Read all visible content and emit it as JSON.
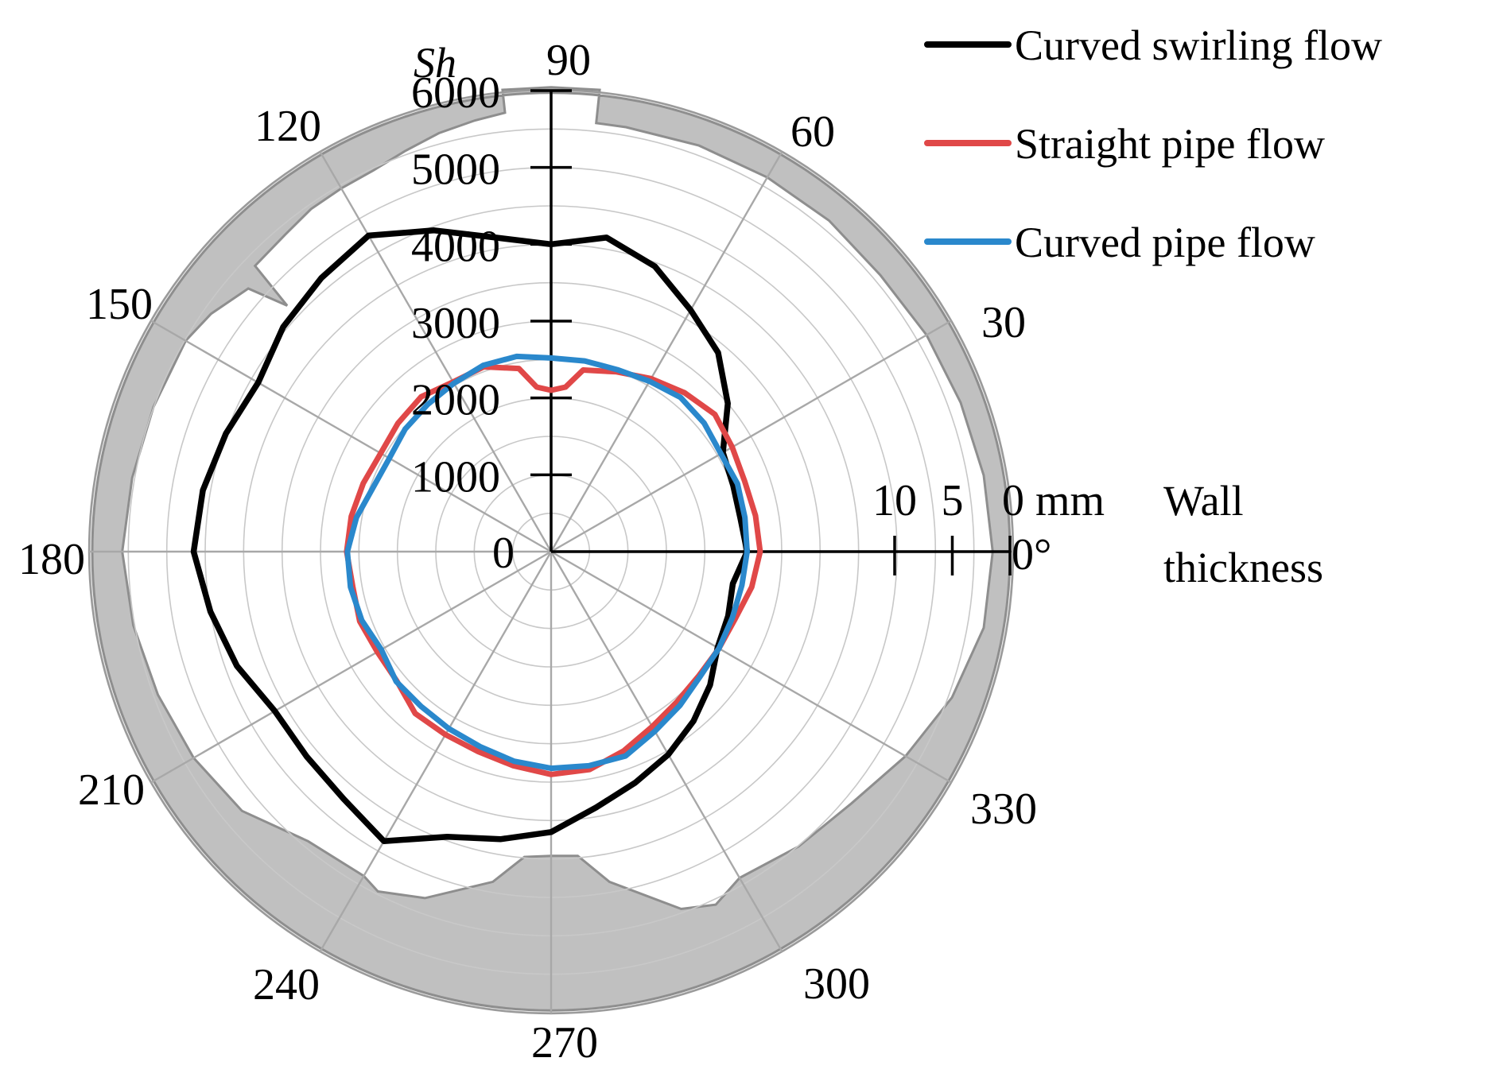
{
  "chart_data": {
    "type": "polar-line",
    "radial_axis": {
      "label": "Sh",
      "range": [
        0,
        6000
      ],
      "ticks": [
        "0",
        "1000",
        "2000",
        "3000",
        "4000",
        "5000",
        "6000"
      ],
      "tick_values": [
        0,
        1000,
        2000,
        3000,
        4000,
        5000,
        6000
      ]
    },
    "angular_axis": {
      "ticks": [
        "0°",
        "30",
        "60",
        "90",
        "120",
        "150",
        "180",
        "210",
        "240",
        "270",
        "300",
        "330"
      ],
      "tick_values": [
        0,
        30,
        60,
        90,
        120,
        150,
        180,
        210,
        240,
        270,
        300,
        330
      ]
    },
    "wall_axis": {
      "label_line1": "Wall",
      "label_line2": "thickness",
      "ticks": [
        "10",
        "5",
        "0 mm"
      ],
      "tick_values": [
        10,
        5,
        0
      ],
      "range_mm": [
        0,
        20
      ]
    },
    "legend": {
      "position": "top-right"
    },
    "series": [
      {
        "name": "Curved swirling flow",
        "color": "#000000",
        "points": [
          [
            0,
            2550
          ],
          [
            10,
            2500
          ],
          [
            20,
            2520
          ],
          [
            30,
            2580
          ],
          [
            40,
            3000
          ],
          [
            50,
            3380
          ],
          [
            60,
            3630
          ],
          [
            70,
            3950
          ],
          [
            80,
            4150
          ],
          [
            90,
            4000
          ],
          [
            100,
            4150
          ],
          [
            110,
            4450
          ],
          [
            120,
            4750
          ],
          [
            130,
            4650
          ],
          [
            140,
            4550
          ],
          [
            150,
            4400
          ],
          [
            160,
            4500
          ],
          [
            170,
            4600
          ],
          [
            180,
            4650
          ],
          [
            190,
            4500
          ],
          [
            200,
            4350
          ],
          [
            210,
            4150
          ],
          [
            220,
            4150
          ],
          [
            230,
            4200
          ],
          [
            240,
            4350
          ],
          [
            250,
            3950
          ],
          [
            260,
            3800
          ],
          [
            270,
            3650
          ],
          [
            280,
            3380
          ],
          [
            290,
            3200
          ],
          [
            300,
            3050
          ],
          [
            310,
            2880
          ],
          [
            320,
            2700
          ],
          [
            330,
            2500
          ],
          [
            340,
            2450
          ],
          [
            350,
            2400
          ]
        ]
      },
      {
        "name": "Straight pipe flow",
        "color": "#e04848",
        "points": [
          [
            0,
            2720
          ],
          [
            10,
            2700
          ],
          [
            20,
            2680
          ],
          [
            30,
            2720
          ],
          [
            40,
            2780
          ],
          [
            50,
            2700
          ],
          [
            60,
            2600
          ],
          [
            70,
            2490
          ],
          [
            80,
            2400
          ],
          [
            85,
            2150
          ],
          [
            90,
            2100
          ],
          [
            95,
            2150
          ],
          [
            100,
            2420
          ],
          [
            110,
            2560
          ],
          [
            120,
            2550
          ],
          [
            130,
            2630
          ],
          [
            140,
            2600
          ],
          [
            150,
            2560
          ],
          [
            160,
            2600
          ],
          [
            170,
            2640
          ],
          [
            180,
            2660
          ],
          [
            190,
            2620
          ],
          [
            200,
            2650
          ],
          [
            210,
            2610
          ],
          [
            220,
            2620
          ],
          [
            230,
            2750
          ],
          [
            240,
            2750
          ],
          [
            250,
            2770
          ],
          [
            260,
            2830
          ],
          [
            270,
            2900
          ],
          [
            280,
            2880
          ],
          [
            290,
            2760
          ],
          [
            300,
            2630
          ],
          [
            310,
            2550
          ],
          [
            320,
            2510
          ],
          [
            330,
            2520
          ],
          [
            340,
            2550
          ],
          [
            350,
            2650
          ]
        ]
      },
      {
        "name": "Curved pipe flow",
        "color": "#2a88cc",
        "points": [
          [
            0,
            2550
          ],
          [
            10,
            2560
          ],
          [
            20,
            2580
          ],
          [
            30,
            2550
          ],
          [
            40,
            2600
          ],
          [
            50,
            2620
          ],
          [
            60,
            2560
          ],
          [
            70,
            2520
          ],
          [
            80,
            2520
          ],
          [
            90,
            2520
          ],
          [
            100,
            2580
          ],
          [
            110,
            2580
          ],
          [
            120,
            2530
          ],
          [
            130,
            2500
          ],
          [
            140,
            2480
          ],
          [
            150,
            2430
          ],
          [
            160,
            2460
          ],
          [
            170,
            2570
          ],
          [
            180,
            2650
          ],
          [
            190,
            2650
          ],
          [
            200,
            2620
          ],
          [
            210,
            2550
          ],
          [
            220,
            2630
          ],
          [
            230,
            2630
          ],
          [
            240,
            2660
          ],
          [
            250,
            2700
          ],
          [
            260,
            2770
          ],
          [
            270,
            2820
          ],
          [
            280,
            2830
          ],
          [
            290,
            2830
          ],
          [
            300,
            2700
          ],
          [
            310,
            2610
          ],
          [
            320,
            2530
          ],
          [
            330,
            2520
          ],
          [
            340,
            2510
          ],
          [
            350,
            2520
          ]
        ]
      }
    ],
    "wall_thickness_mm": {
      "points": [
        [
          0,
          1.5
        ],
        [
          10,
          1.7
        ],
        [
          20,
          2.0
        ],
        [
          30,
          2.2
        ],
        [
          40,
          2.5
        ],
        [
          50,
          2.3
        ],
        [
          60,
          2.3
        ],
        [
          70,
          2.3
        ],
        [
          80,
          2.4
        ],
        [
          84,
          2.4
        ],
        [
          84,
          -0.5
        ],
        [
          90,
          -0.5
        ],
        [
          96,
          -0.5
        ],
        [
          96,
          1.5
        ],
        [
          100,
          1.8
        ],
        [
          105,
          2.2
        ],
        [
          110,
          2.8
        ],
        [
          115,
          3.3
        ],
        [
          120,
          3.4
        ],
        [
          125,
          3.5
        ],
        [
          130,
          3.9
        ],
        [
          136,
          4.1
        ],
        [
          137,
          8.5
        ],
        [
          139,
          5.0
        ],
        [
          145,
          3.8
        ],
        [
          150,
          3.2
        ],
        [
          160,
          3.1
        ],
        [
          170,
          2.9
        ],
        [
          180,
          2.6
        ],
        [
          190,
          3.0
        ],
        [
          200,
          3.5
        ],
        [
          210,
          4.0
        ],
        [
          220,
          4.8
        ],
        [
          230,
          7.0
        ],
        [
          240,
          7.3
        ],
        [
          243,
          6.7
        ],
        [
          250,
          7.8
        ],
        [
          260,
          10.7
        ],
        [
          265,
          13.2
        ],
        [
          270,
          13.4
        ],
        [
          275,
          13.3
        ],
        [
          280,
          10.7
        ],
        [
          290,
          6.8
        ],
        [
          295,
          6.0
        ],
        [
          300,
          7.1
        ],
        [
          310,
          6.4
        ],
        [
          320,
          5.8
        ],
        [
          330,
          4.3
        ],
        [
          340,
          2.8
        ],
        [
          350,
          1.7
        ]
      ]
    }
  },
  "legend_items": [
    {
      "label": "Curved swirling flow",
      "color": "#000000"
    },
    {
      "label": "Straight pipe flow",
      "color": "#e04848"
    },
    {
      "label": "Curved pipe flow",
      "color": "#2a88cc"
    }
  ]
}
